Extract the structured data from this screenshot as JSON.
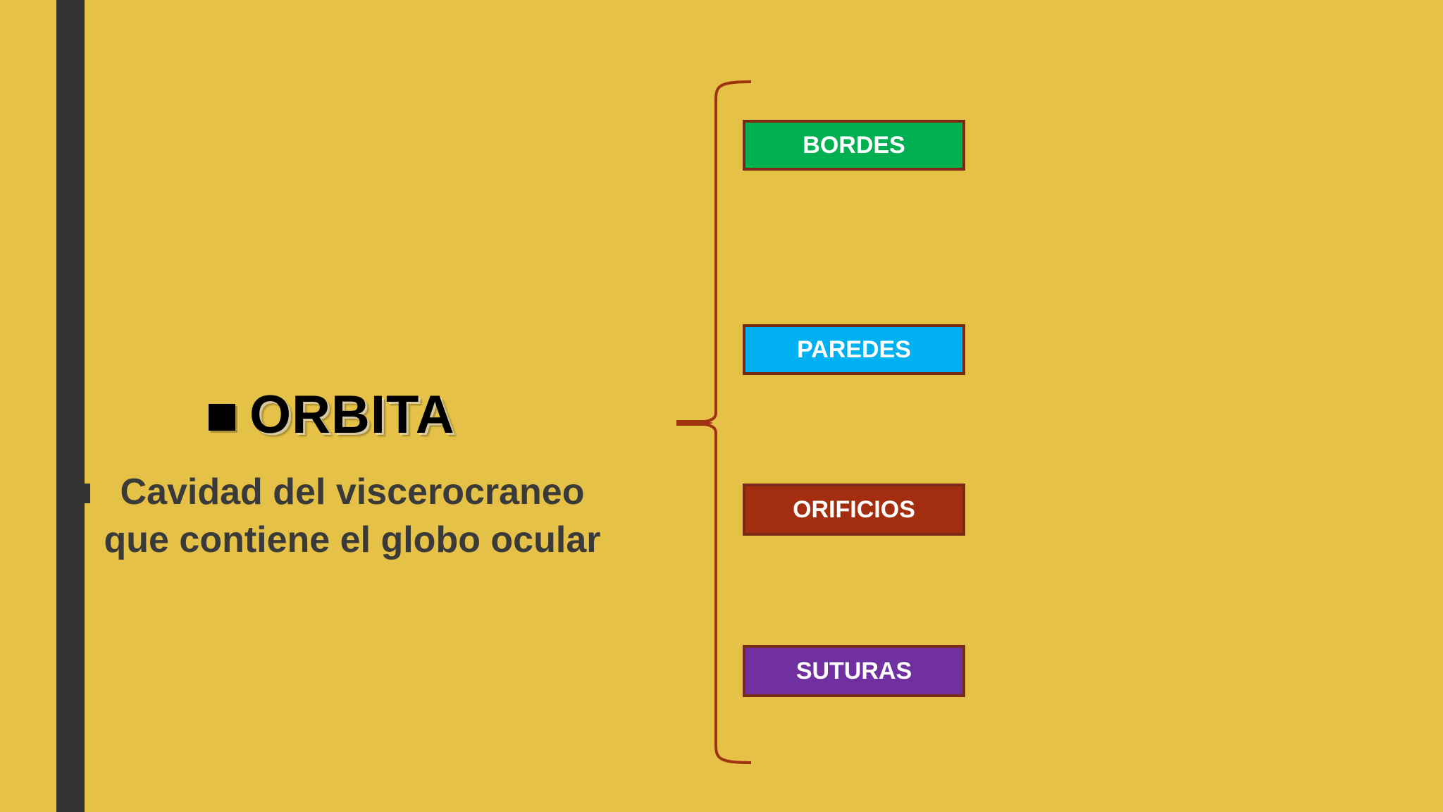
{
  "slide": {
    "title": "ORBITA",
    "description_line1": "Cavidad del viscerocraneo",
    "description_line2": "que contiene el globo ocular"
  },
  "categories": [
    {
      "label": "BORDES",
      "color": "#00b050"
    },
    {
      "label": "PAREDES",
      "color": "#00b0f0"
    },
    {
      "label": "ORIFICIOS",
      "color": "#a32d0f"
    },
    {
      "label": "SUTURAS",
      "color": "#7030a0"
    }
  ],
  "colors": {
    "background": "#e5c147",
    "side_bar": "#333333",
    "brace": "#a0330f",
    "box_border": "#7a2a12"
  }
}
